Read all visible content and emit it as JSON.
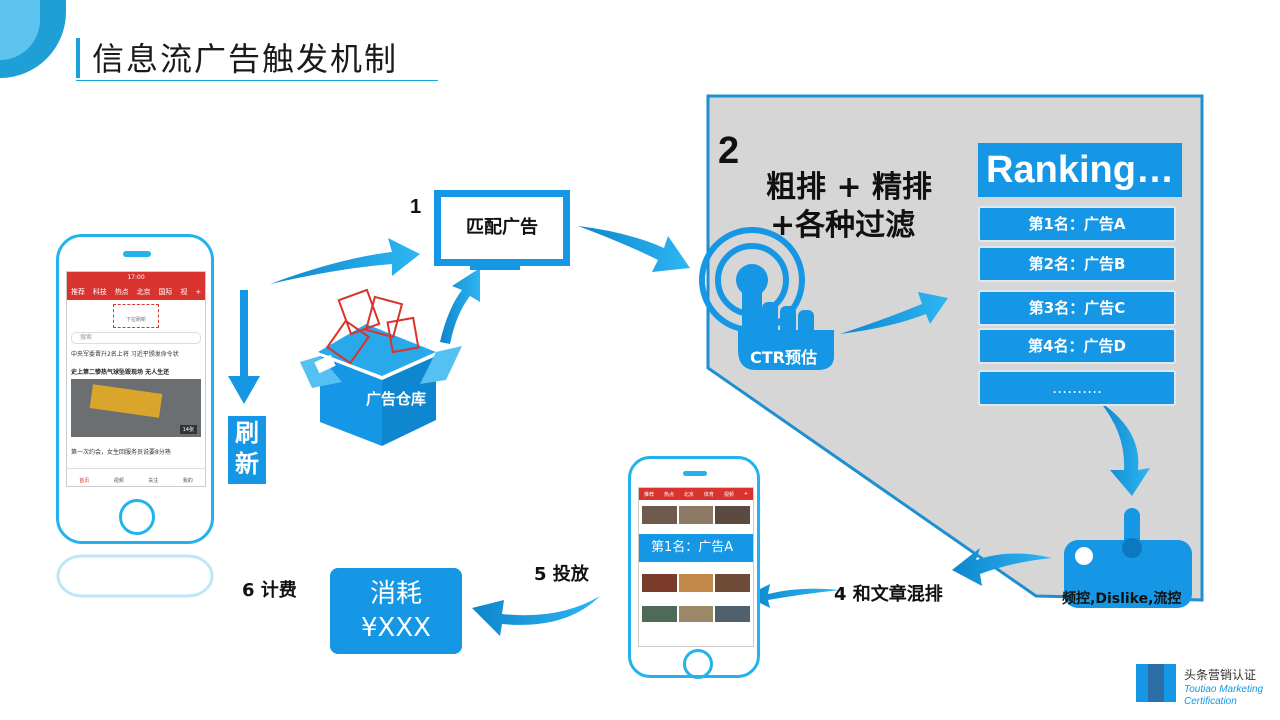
{
  "title": "信息流广告触发机制",
  "steps": {
    "s1_num": "1",
    "s1_label": "匹配广告",
    "s2_num": "2",
    "s2_line1": "粗排 + 精排",
    "s2_line2": "+各种过滤",
    "ctr": "CTR预估",
    "warehouse": "广告仓库",
    "refresh": [
      "刷",
      "新"
    ],
    "s4_label": "4 和文章混排",
    "s5_label": "5 投放",
    "s6_label": "6 计费",
    "control_label": "频控,Dislike,流控"
  },
  "ranking": {
    "header": "Ranking…",
    "items": [
      "第1名：广告A",
      "第2名：广告B",
      "第3名：广告C",
      "第4名：广告D",
      "………."
    ]
  },
  "consume": {
    "line1": "消耗",
    "line2": "¥XXX"
  },
  "phone_left": {
    "status": "17:00",
    "tabs": [
      "推荐",
      "科技",
      "热点",
      "北京",
      "国际",
      "视",
      "+"
    ],
    "search_placeholder": "搜索",
    "ad_slot": "下拉刷新",
    "news": [
      "中央军委晋升2名上将 习近平颁发命令状",
      "史上第二惨热气球坠毁现场 无人生还",
      "第一次约会，女生回服务员说要8分熟"
    ],
    "video_badge": "14张",
    "bottom_nav": [
      "首页",
      "视频",
      "关注",
      "我的"
    ]
  },
  "phone_right": {
    "tabs": [
      "推荐",
      "热点",
      "北京",
      "体育",
      "视频",
      "+"
    ],
    "inserted_ad": "第1名：广告A"
  },
  "logo": {
    "cn": "头条营销认证",
    "en1": "Toutiao Marketing",
    "en2": "Certification"
  },
  "colors": {
    "accent": "#1597e5",
    "panel": "#d6d6d6",
    "phone_border": "#23b2ee"
  }
}
